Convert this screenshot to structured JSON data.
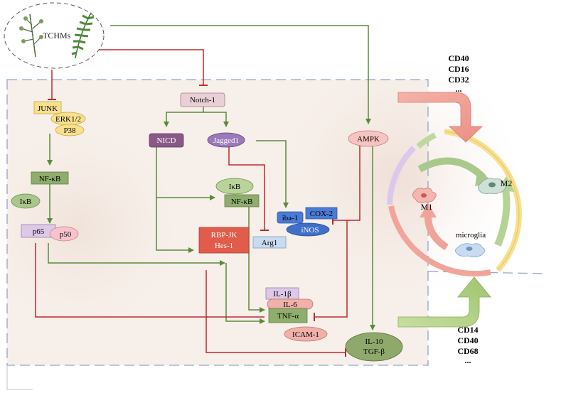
{
  "diagram": {
    "tchms": "TCHMs",
    "junk": "JUNK",
    "erk": "ERK1/2",
    "p38": "P38",
    "nfkb_left": "NF-κB",
    "ikb_left": "IκB",
    "p65": "p65",
    "p50": "p50",
    "notch1": "Notch-1",
    "nicd": "NICD",
    "jagged1": "Jagged1",
    "ikb_mid": "IκB",
    "nfkb_mid": "NF-κB",
    "rbpjk": "RBP-JK",
    "hes1": "Hes-1",
    "iba1": "iba-1",
    "cox2": "COX-2",
    "inos": "iNOS",
    "arg1": "Arg1",
    "ampk": "AMPK",
    "il1b": "IL-1β",
    "il6": "IL-6",
    "tnfa": "TNF-α",
    "icam1": "ICAM-1",
    "il10": "IL-10",
    "tgfb": "TGF-β",
    "m1": "M1",
    "m2": "M2",
    "microglia": "microglia",
    "m1_markers": [
      "CD40",
      "CD16",
      "CD32",
      "..."
    ],
    "m2_markers": [
      "CD14",
      "CD40",
      "CD68",
      "..."
    ]
  },
  "colors": {
    "activate": "#5a8a3a",
    "inhibit": "#c0282d",
    "dashed_frame": "#8fa6c8"
  }
}
